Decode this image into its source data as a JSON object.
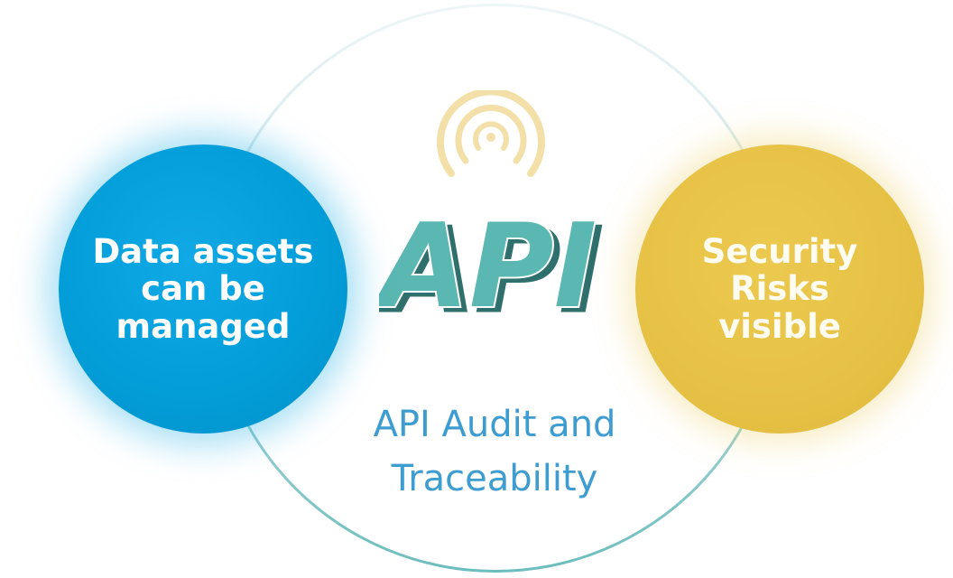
{
  "colors": {
    "left_circle": "#039ed9",
    "right_circle": "#e6c145",
    "ring_bottom": "#6cbdbd",
    "wordmark_fill": "#5bb6b1",
    "wordmark_outline": "#2f7a77",
    "caption": "#3d9cd0",
    "signal_icon": "#f3dfa6"
  },
  "center": {
    "icon": "signal-broadcast-icon",
    "wordmark": "API",
    "caption_lines": [
      "API Audit and",
      "Traceability"
    ]
  },
  "left_bubble": {
    "lines": [
      "Data assets",
      "can be",
      "managed"
    ]
  },
  "right_bubble": {
    "lines": [
      "Security",
      "Risks",
      "visible"
    ]
  }
}
